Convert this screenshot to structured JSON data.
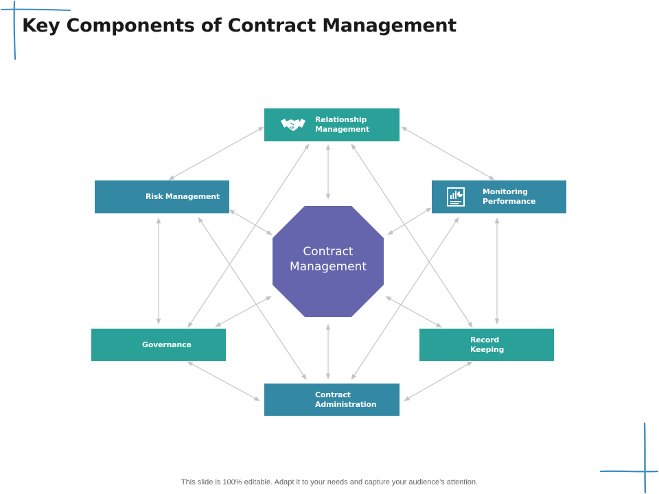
{
  "slide": {
    "title": "Key Components of Contract Management",
    "footer": "This slide is 100% editable. Adapt it to your needs and capture your audience’s attention."
  },
  "diagram": {
    "center": {
      "line1": "Contract",
      "line2": "Management",
      "color": "#6465ac"
    },
    "nodes": {
      "relationship": {
        "line1": "Relationship",
        "line2": "Management",
        "icon": "handshake-icon"
      },
      "monitoring": {
        "line1": "Monitoring",
        "line2": "Performance",
        "icon": "dashboard-chart-icon"
      },
      "record": {
        "line1": "Record",
        "line2": "Keeping"
      },
      "administration": {
        "line1": "Contract",
        "line2": "Administration"
      },
      "governance": {
        "label": "Governance"
      },
      "risk": {
        "label": "Risk Management"
      }
    },
    "colors": {
      "teal": "#2aa198",
      "blue": "#3388a4",
      "arrow": "#c4c4c4",
      "accent_stroke": "#3a8cc4"
    }
  }
}
